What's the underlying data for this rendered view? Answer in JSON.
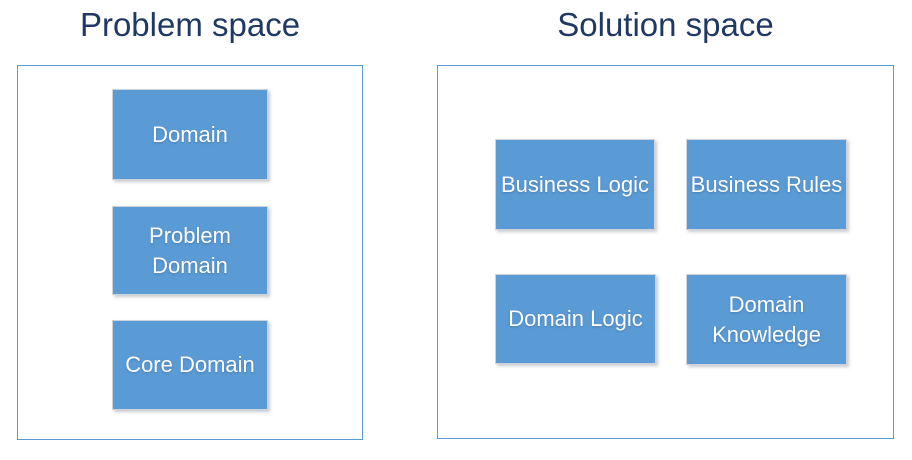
{
  "colors": {
    "background": "#ffffff",
    "title_text": "#1f3864",
    "container_border": "#5b9bd5",
    "box_fill": "#5b9bd5",
    "box_border": "#cdd3da",
    "box_text": "#ffffff"
  },
  "problem_space": {
    "title": "Problem space",
    "boxes": [
      {
        "label": "Domain"
      },
      {
        "label": "Problem\nDomain"
      },
      {
        "label": "Core Domain"
      }
    ]
  },
  "solution_space": {
    "title": "Solution space",
    "boxes": [
      {
        "label": "Business Logic"
      },
      {
        "label": "Business Rules"
      },
      {
        "label": "Domain Logic"
      },
      {
        "label": "Domain\nKnowledge"
      }
    ]
  }
}
